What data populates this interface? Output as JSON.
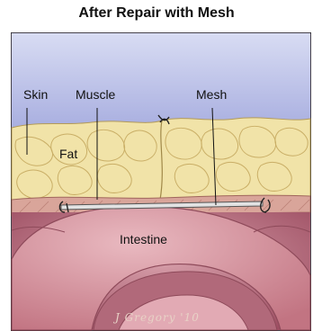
{
  "title": "After Repair with Mesh",
  "labels": {
    "skin": "Skin",
    "muscle": "Muscle",
    "mesh": "Mesh",
    "fat": "Fat",
    "intestine": "Intestine"
  },
  "signature": "J Gregory '10",
  "colors": {
    "skin_layer": "#b8bde6",
    "fat": "#f3e6ad",
    "muscle": "#d9a49a",
    "intestine": "#c97f8c",
    "mesh": "#d8d8d8"
  }
}
